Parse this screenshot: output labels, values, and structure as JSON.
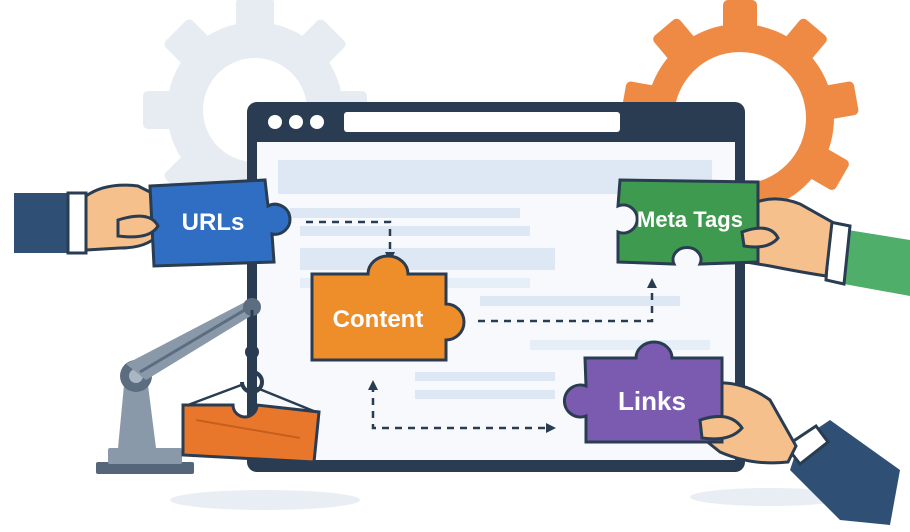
{
  "pieces": {
    "urls": {
      "label": "URLs",
      "color": "#2f6ec2"
    },
    "content": {
      "label": "Content",
      "color": "#ee8e2a"
    },
    "meta_tags": {
      "label": "Meta Tags",
      "color": "#3e9a4e"
    },
    "links": {
      "label": "Links",
      "color": "#7b5bb0"
    },
    "crane_load": {
      "color": "#e9772b"
    }
  },
  "browser": {
    "frame_color": "#2a3c52",
    "content_color": "#dde8f4"
  },
  "gears": {
    "left_color": "#e7ecf2",
    "right_color": "#ef8a45"
  },
  "icons": [
    "gear-icon",
    "browser-window",
    "puzzle-piece-icon",
    "hand-icon",
    "crane-icon",
    "dashed-arrow-icon"
  ]
}
